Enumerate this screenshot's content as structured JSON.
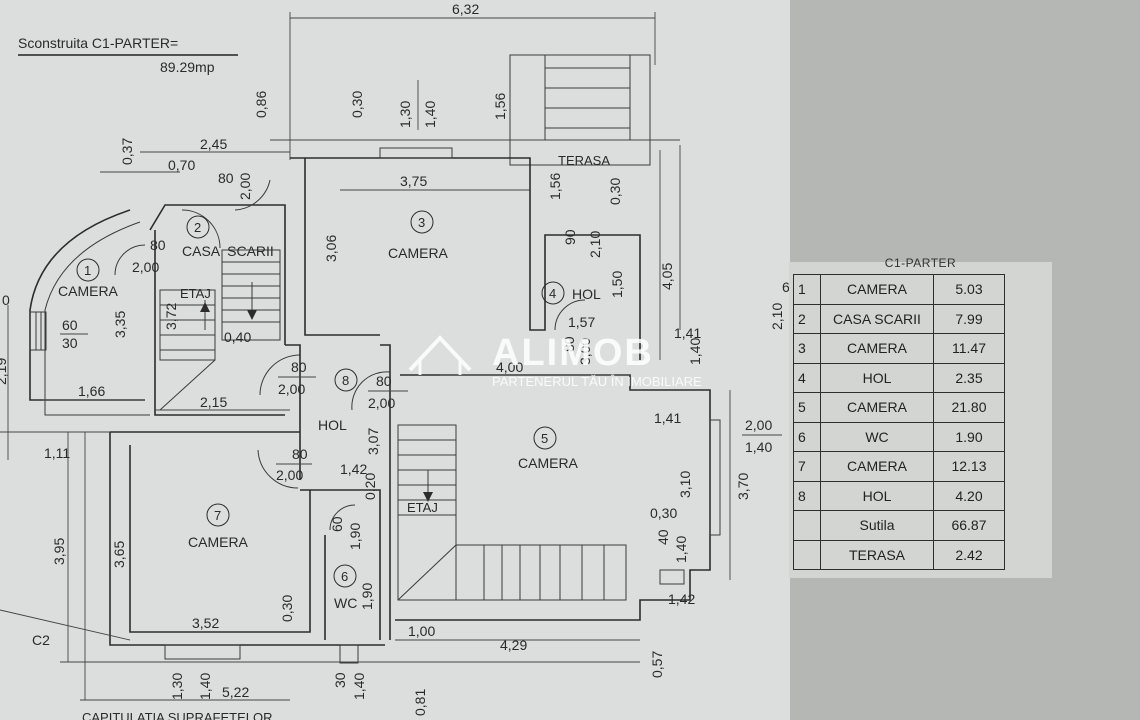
{
  "header": {
    "title": "Sconstruita C1-PARTER=",
    "value": "89.29mp"
  },
  "watermark": {
    "brand": "ALIMOB",
    "tagline": "PARTENERUL TĂU ÎN IMOBILIARE"
  },
  "rooms": [
    {
      "number": "1",
      "label": "CAMERA"
    },
    {
      "number": "2",
      "label": "CASA  SCARII"
    },
    {
      "number": "3",
      "label": "CAMERA"
    },
    {
      "number": "4",
      "label": "HOL"
    },
    {
      "number": "5",
      "label": "CAMERA"
    },
    {
      "number": "6",
      "label": "WC"
    },
    {
      "number": "7",
      "label": "CAMERA"
    },
    {
      "number": "8",
      "label": "HOL"
    }
  ],
  "labels": {
    "terasa": "TERASA",
    "etaj_top": "ETAJ",
    "etaj_main": "ETAJ",
    "c2": "C2",
    "bottom_cut": "CAPITULATIA SUPRAFETELOR"
  },
  "dimensions": {
    "top_632": "6,32",
    "d086": "0,86",
    "d037": "0,37",
    "d030_top": "0,30",
    "d130": "1,30",
    "d140_top": "1,40",
    "d156_top": "1,56",
    "d245": "2,45",
    "d070": "0,70",
    "d80_a": "80",
    "d200_a": "2,00",
    "d375": "3,75",
    "d156_terasa": "1,56",
    "d030_terasa": "0,30",
    "d306": "3,06",
    "d90": "90",
    "d210": "2,10",
    "d405": "4,05",
    "d80_b": "80",
    "d200_b": "2,00",
    "d335": "3,35",
    "d372": "3,72",
    "d60": "60",
    "d30": "30",
    "d040": "0,40",
    "d150": "1,50",
    "d157": "1,57",
    "d141_a": "1,41",
    "d80_c": "80",
    "d300": "3,00",
    "d140_c": "1,40",
    "d400": "4,00",
    "d80_d": "80",
    "d200_d": "2,00",
    "d80_e": "80",
    "d200_e": "2,00",
    "d166": "1,66",
    "d215": "2,15",
    "d111": "1,11",
    "d307": "3,07",
    "d141_b": "1,41",
    "d200_f": "2,00",
    "d140_f": "1,40",
    "d80_g": "80",
    "d200_g": "2,00",
    "d142": "1,42",
    "d020": "0,20",
    "d310": "3,10",
    "d370": "3,70",
    "d395": "3,95",
    "d365": "3,65",
    "d60_b": "60",
    "d190_a": "1,90",
    "d030_b": "0,30",
    "d40": "40",
    "d140_g": "1,40",
    "d190_b": "1,90",
    "d030_c": "0,30",
    "d352": "3,52",
    "d100": "1,00",
    "d429": "4,29",
    "d142_b": "1,42",
    "d057": "0,57",
    "d130_b": "1,30",
    "d140_h": "1,40",
    "d522": "5,22",
    "d30_b": "30",
    "d140_i": "1,40",
    "d081": "0,81",
    "left_0": "0",
    "left_219": "2,19",
    "right_210": "2,10",
    "right_6": "6"
  },
  "area_table": {
    "caption": "C1-PARTER",
    "rows": [
      {
        "idx": "1",
        "name": "CAMERA",
        "area": "5.03"
      },
      {
        "idx": "2",
        "name": "CASA SCARII",
        "area": "7.99"
      },
      {
        "idx": "3",
        "name": "CAMERA",
        "area": "11.47"
      },
      {
        "idx": "4",
        "name": "HOL",
        "area": "2.35"
      },
      {
        "idx": "5",
        "name": "CAMERA",
        "area": "21.80"
      },
      {
        "idx": "6",
        "name": "WC",
        "area": "1.90"
      },
      {
        "idx": "7",
        "name": "CAMERA",
        "area": "12.13"
      },
      {
        "idx": "8",
        "name": "HOL",
        "area": "4.20"
      },
      {
        "idx": "",
        "name": "Sutila",
        "area": "66.87"
      },
      {
        "idx": "",
        "name": "TERASA",
        "area": "2.42"
      }
    ]
  },
  "colors": {
    "paper": "#dcdedd",
    "background": "#b4b7b4",
    "ink": "#2c2c2c",
    "watermark": "#ffffff"
  }
}
